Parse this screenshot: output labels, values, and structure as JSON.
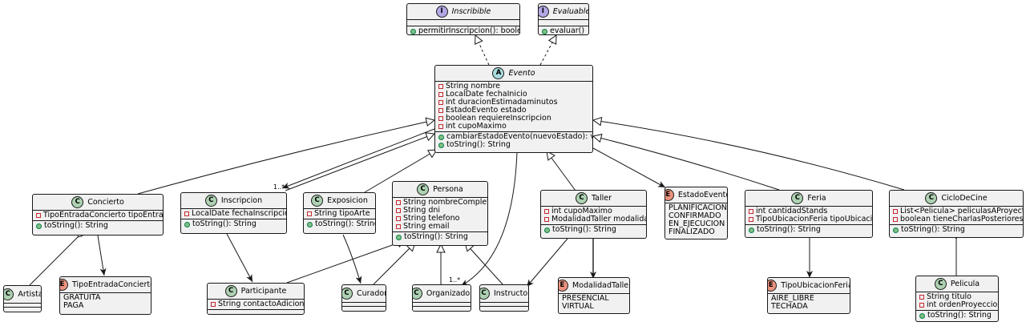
{
  "colors": {
    "class_badge": "#add1b2",
    "enum_badge": "#eb937f",
    "interface_badge": "#b4a7e5",
    "abstract_badge": "#a9dcdf",
    "box_fill": "#f1f1f1",
    "line": "#181818"
  },
  "elements": {
    "inscribible": {
      "letter": "I",
      "name": "Inscribible",
      "italic": true,
      "fields": [],
      "methods": [
        "permitirInscripcion(): boolean"
      ]
    },
    "evaluable": {
      "letter": "I",
      "name": "Evaluable",
      "italic": true,
      "fields": [],
      "methods": [
        "evaluar()"
      ]
    },
    "evento": {
      "letter": "A",
      "name": "Evento",
      "italic": true,
      "fields": [
        "String nombre",
        "LocalDate fechaInicio",
        "int duracionEstimadaminutos",
        "EstadoEvento estado",
        "boolean requiereInscripcion",
        "int cupoMaximo"
      ],
      "methods": [
        "cambiarEstadoEvento(nuevoEstado): void",
        "toString(): String"
      ]
    },
    "concierto": {
      "letter": "C",
      "name": "Concierto",
      "fields": [
        "TipoEntradaConcierto tipoEntrada"
      ],
      "methods": [
        "toString(): String"
      ]
    },
    "inscripcion": {
      "letter": "C",
      "name": "Inscripcion",
      "fields": [
        "LocalDate fechaInscripcion"
      ],
      "methods": [
        "toString(): String"
      ]
    },
    "exposicion": {
      "letter": "C",
      "name": "Exposicion",
      "fields": [
        "String tipoArte"
      ],
      "methods": [
        "toString(): String"
      ]
    },
    "persona": {
      "letter": "C",
      "name": "Persona",
      "fields": [
        "String nombreCompleto",
        "String dni",
        "String telefono",
        "String email"
      ],
      "methods": [
        "toString(): String"
      ]
    },
    "taller": {
      "letter": "C",
      "name": "Taller",
      "fields": [
        "int cupoMaximo",
        "ModalidadTaller modalidad"
      ],
      "methods": [
        "toString(): String"
      ]
    },
    "estadoevento": {
      "letter": "E",
      "name": "EstadoEvento",
      "values": [
        "PLANIFICACION",
        "CONFIRMADO",
        "EN_EJECUCION",
        "FINALIZADO"
      ]
    },
    "feria": {
      "letter": "C",
      "name": "Feria",
      "fields": [
        "int cantidadStands",
        "TipoUbicacionFeria tipoUbicacion"
      ],
      "methods": [
        "toString(): String"
      ]
    },
    "ciclodecine": {
      "letter": "C",
      "name": "CicloDeCine",
      "fields": [
        "List<Pelicula> peliculasAProyectar",
        "boolean tieneCharlasPosteriores"
      ],
      "methods": [
        "toString(): String"
      ]
    },
    "artista": {
      "letter": "C",
      "name": "Artista",
      "fields": [],
      "methods": []
    },
    "tipoentrada": {
      "letter": "E",
      "name": "TipoEntradaConcierto",
      "values": [
        "GRATUITA",
        "PAGA"
      ]
    },
    "participante": {
      "letter": "C",
      "name": "Participante",
      "fields": [
        "String contactoAdicional"
      ],
      "methods": []
    },
    "curador": {
      "letter": "C",
      "name": "Curador",
      "fields": [],
      "methods": []
    },
    "organizador": {
      "letter": "C",
      "name": "Organizador",
      "fields": [],
      "methods": []
    },
    "instructor": {
      "letter": "C",
      "name": "Instructor",
      "fields": [],
      "methods": []
    },
    "modalidad": {
      "letter": "E",
      "name": "ModalidadTaller",
      "values": [
        "PRESENCIAL",
        "VIRTUAL"
      ]
    },
    "tipoubicacion": {
      "letter": "E",
      "name": "TipoUbicacionFeria",
      "values": [
        "AIRE_LIBRE",
        "TECHADA"
      ]
    },
    "pelicula": {
      "letter": "C",
      "name": "Pelicula",
      "fields": [
        "String titulo",
        "int ordenProyeccion"
      ],
      "methods": [
        "toString(): String"
      ]
    }
  },
  "relations": [
    {
      "from": "evento",
      "to": "inscribible",
      "kind": "realization"
    },
    {
      "from": "evento",
      "to": "evaluable",
      "kind": "realization"
    },
    {
      "from": "concierto",
      "to": "evento",
      "kind": "inheritance"
    },
    {
      "from": "inscripcion",
      "to": "evento",
      "kind": "inheritance"
    },
    {
      "from": "exposicion",
      "to": "evento",
      "kind": "inheritance"
    },
    {
      "from": "taller",
      "to": "evento",
      "kind": "inheritance"
    },
    {
      "from": "feria",
      "to": "evento",
      "kind": "inheritance"
    },
    {
      "from": "ciclodecine",
      "to": "evento",
      "kind": "inheritance"
    },
    {
      "from": "evento",
      "to": "inscripcion",
      "kind": "aggregation",
      "label": "1..*"
    },
    {
      "from": "evento",
      "to": "estadoevento",
      "kind": "association"
    },
    {
      "from": "evento",
      "to": "organizador",
      "kind": "association",
      "label": "1..*"
    },
    {
      "from": "concierto",
      "to": "artista",
      "kind": "aggregation"
    },
    {
      "from": "concierto",
      "to": "tipoentrada",
      "kind": "association"
    },
    {
      "from": "inscripcion",
      "to": "participante",
      "kind": "association"
    },
    {
      "from": "exposicion",
      "to": "curador",
      "kind": "association"
    },
    {
      "from": "participante",
      "to": "persona",
      "kind": "inheritance"
    },
    {
      "from": "curador",
      "to": "persona",
      "kind": "inheritance"
    },
    {
      "from": "organizador",
      "to": "persona",
      "kind": "inheritance"
    },
    {
      "from": "instructor",
      "to": "persona",
      "kind": "inheritance"
    },
    {
      "from": "taller",
      "to": "instructor",
      "kind": "association"
    },
    {
      "from": "taller",
      "to": "modalidad",
      "kind": "composition"
    },
    {
      "from": "feria",
      "to": "tipoubicacion",
      "kind": "association"
    },
    {
      "from": "ciclodecine",
      "to": "pelicula",
      "kind": "aggregation"
    }
  ]
}
